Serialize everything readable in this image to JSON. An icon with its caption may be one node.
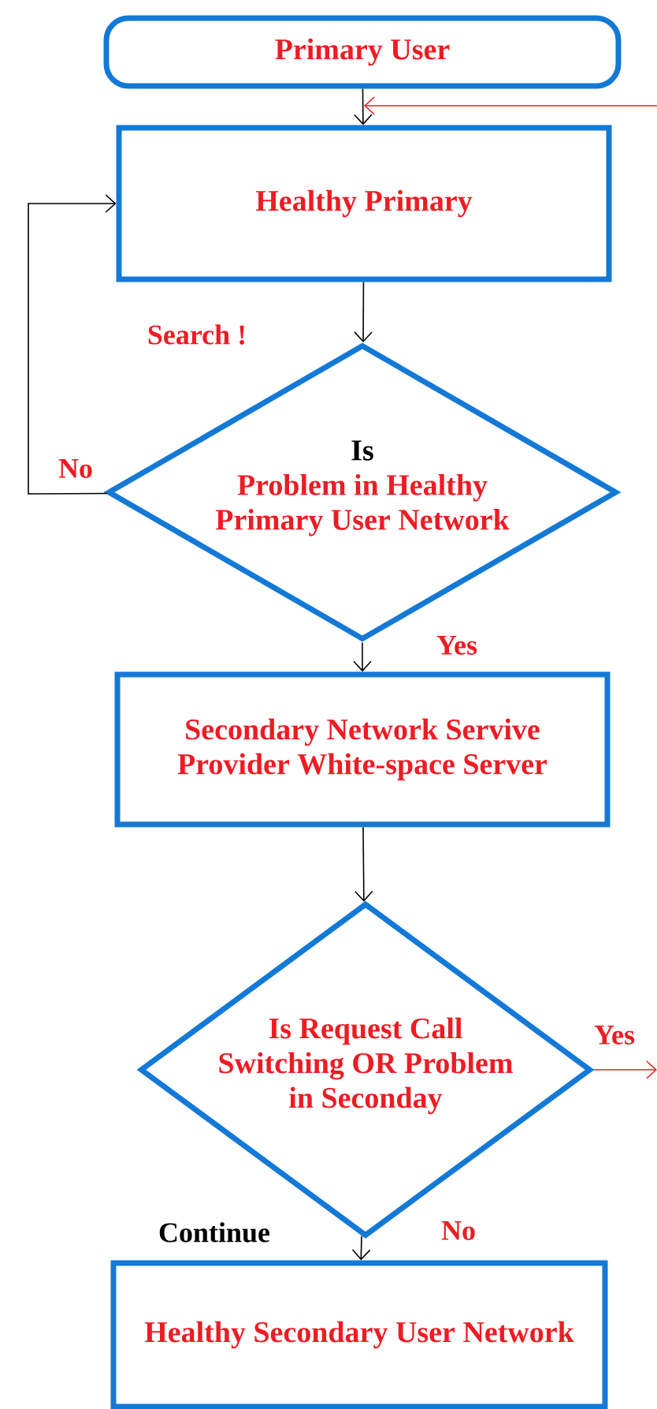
{
  "diagram": {
    "nodes": [
      {
        "text": [
          "Primary User"
        ]
      },
      {
        "text": [
          "Healthy Primary"
        ]
      },
      {
        "text": [
          "Is",
          "Problem in Healthy Primary User Network"
        ]
      },
      {
        "text": [
          "Secondary Network Servive Provider White-space Server"
        ]
      },
      {
        "text": [
          "Is Request Call Switching OR Problem in Seconday"
        ]
      },
      {
        "text": [
          "Healthy Secondary User Network"
        ]
      }
    ],
    "edges": [
      {
        "from": 0,
        "to": 1,
        "arrow": "to"
      },
      {
        "from": null,
        "to": 1,
        "arrow": "to",
        "color": "#ed1c24"
      },
      {
        "from": 1,
        "to": 2,
        "arrow": "to",
        "label": "Search !"
      },
      {
        "from": 2,
        "to": 1,
        "arrow": "to",
        "label": "No"
      },
      {
        "from": 2,
        "to": 3,
        "arrow": "to",
        "label": "Yes"
      },
      {
        "from": 3,
        "to": 4,
        "arrow": "to"
      },
      {
        "from": 4,
        "to": null,
        "arrow": "to",
        "label": "Yes",
        "color": "#ed1c24"
      },
      {
        "from": 4,
        "to": 5,
        "arrow": "to",
        "label": "No"
      }
    ],
    "labels": [
      "Continue"
    ]
  }
}
